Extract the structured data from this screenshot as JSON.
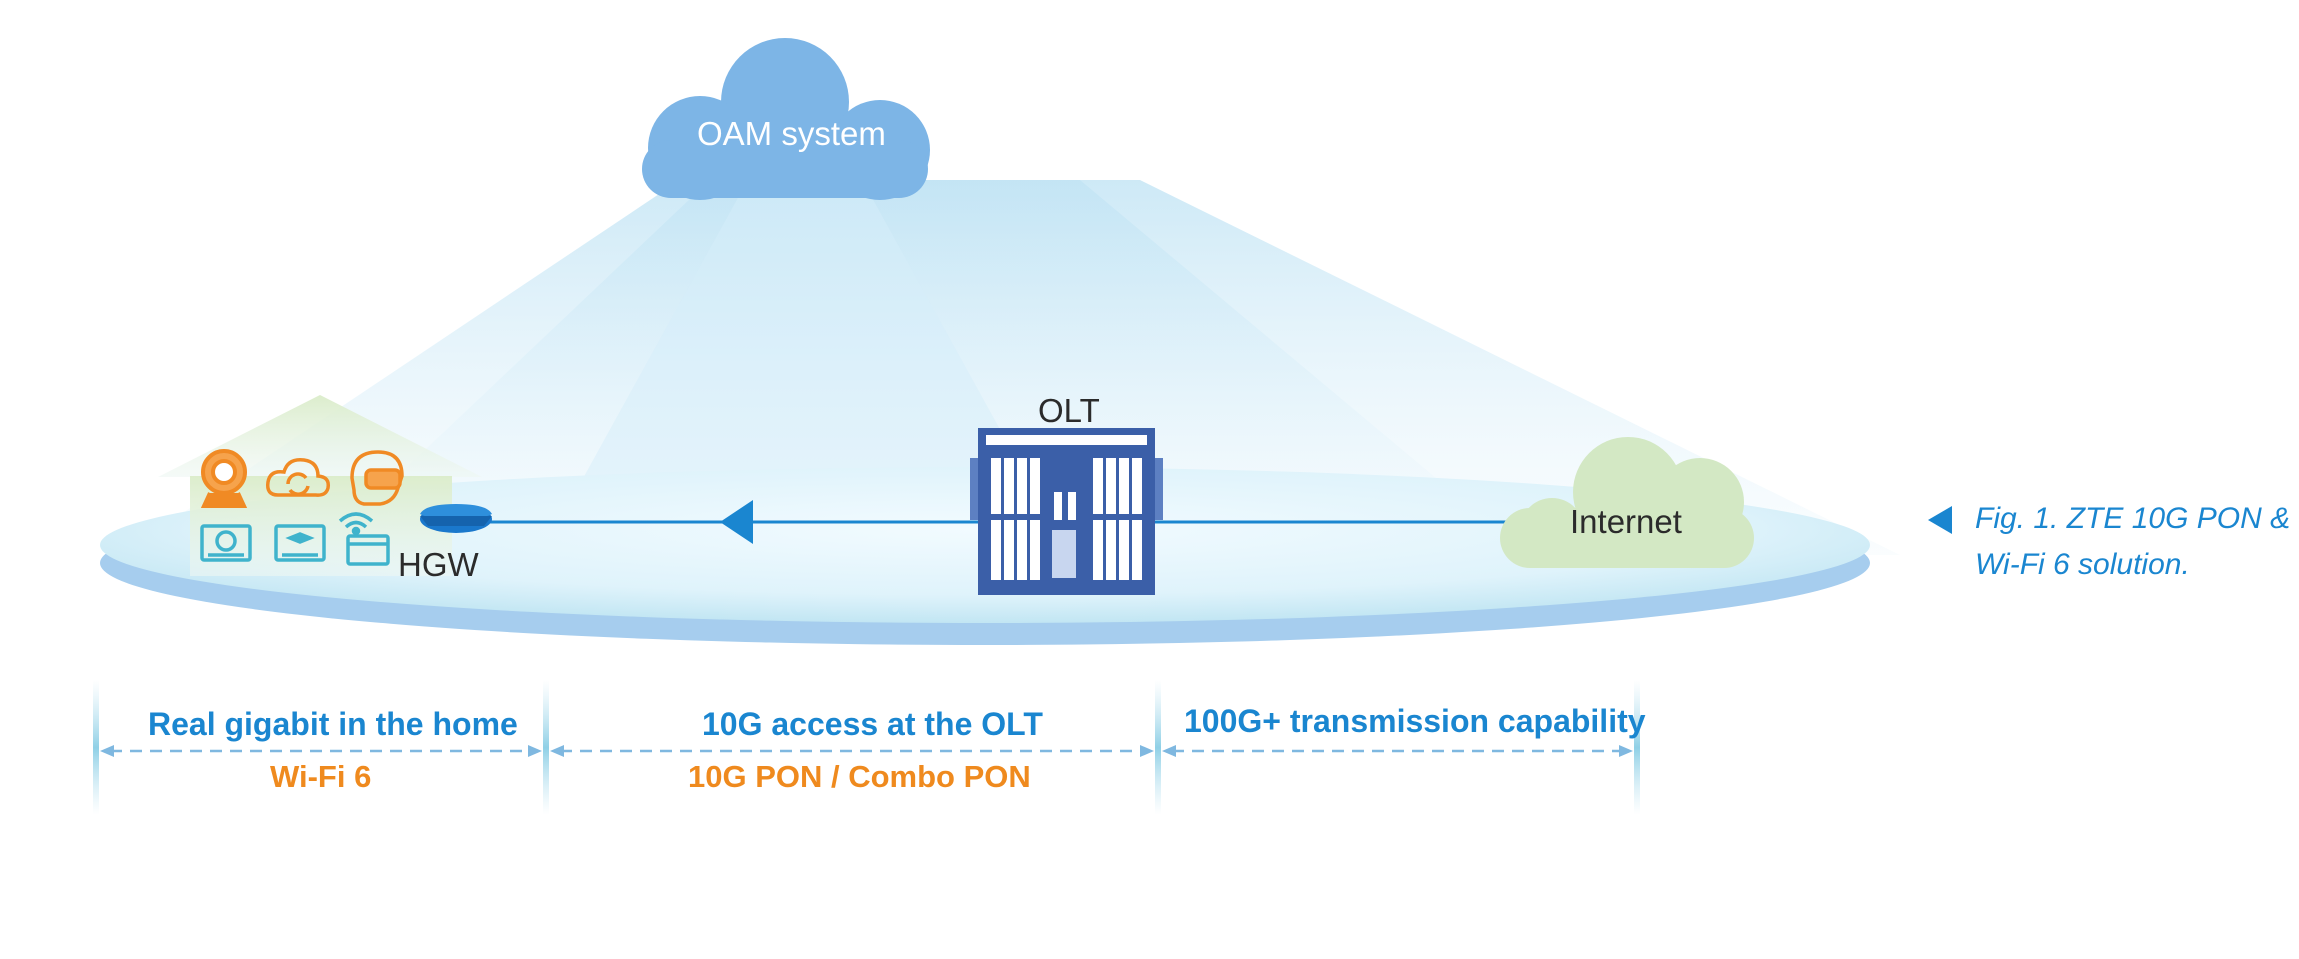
{
  "labels": {
    "oam": "OAM system",
    "olt": "OLT",
    "internet": "Internet",
    "hgw": "HGW"
  },
  "segments": [
    {
      "title": "Real gigabit in the home",
      "subtitle": "Wi-Fi 6"
    },
    {
      "title": "10G access at the OLT",
      "subtitle": "10G PON / Combo PON"
    },
    {
      "title": "100G+ transmission capability",
      "subtitle": ""
    }
  ],
  "caption": {
    "line1": "Fig. 1. ZTE 10G PON &",
    "line2": "Wi-Fi 6 solution."
  },
  "colors": {
    "accent_blue": "#1a86d0",
    "orange": "#ef8a1e",
    "oam_cloud": "#7db5e6",
    "internet_cloud": "#d3e8c4",
    "olt_blue": "#3b5fa8",
    "house": "#e2f0d6"
  },
  "icons": [
    "webcam-icon",
    "cloud-sync-icon",
    "vr-headset-icon",
    "video-player-icon",
    "e-learning-icon",
    "wifi-icon",
    "browser-window-icon",
    "router-icon",
    "olt-chassis-icon"
  ]
}
